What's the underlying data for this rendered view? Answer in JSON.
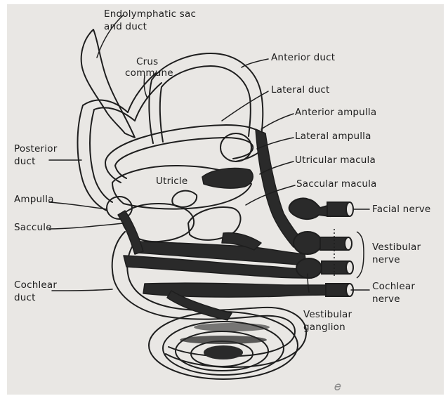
{
  "colors": {
    "paper": "#e9e7e4",
    "ink": "#1e1e1e",
    "tissue": "#2a2a2a",
    "page_border": "#ffffff"
  },
  "labels": {
    "endolymphatic_sac": "Endolymphatic sac",
    "and_duct": "and duct",
    "crus": "Crus",
    "commune": "commune",
    "anterior_duct": "Anterior duct",
    "lateral_duct": "Lateral duct",
    "anterior_ampulla": "Anterior ampulla",
    "lateral_ampulla": "Lateral ampulla",
    "utricular_macula": "Utricular macula",
    "saccular_macula": "Saccular macula",
    "posterior": "Posterior",
    "duct_posterior": "duct",
    "utricle": "Utricle",
    "ampulla": "Ampulla",
    "saccule": "Saccule",
    "facial_nerve": "Facial nerve",
    "vestibular": "Vestibular",
    "nerve_vestibular": "nerve",
    "cochlear_duct_1": "Cochlear",
    "cochlear_duct_2": "duct",
    "cochlear_nerve_1": "Cochlear",
    "cochlear_nerve_2": "nerve",
    "vestibular_ganglion_1": "Vestibular",
    "vestibular_ganglion_2": "ganglion"
  }
}
